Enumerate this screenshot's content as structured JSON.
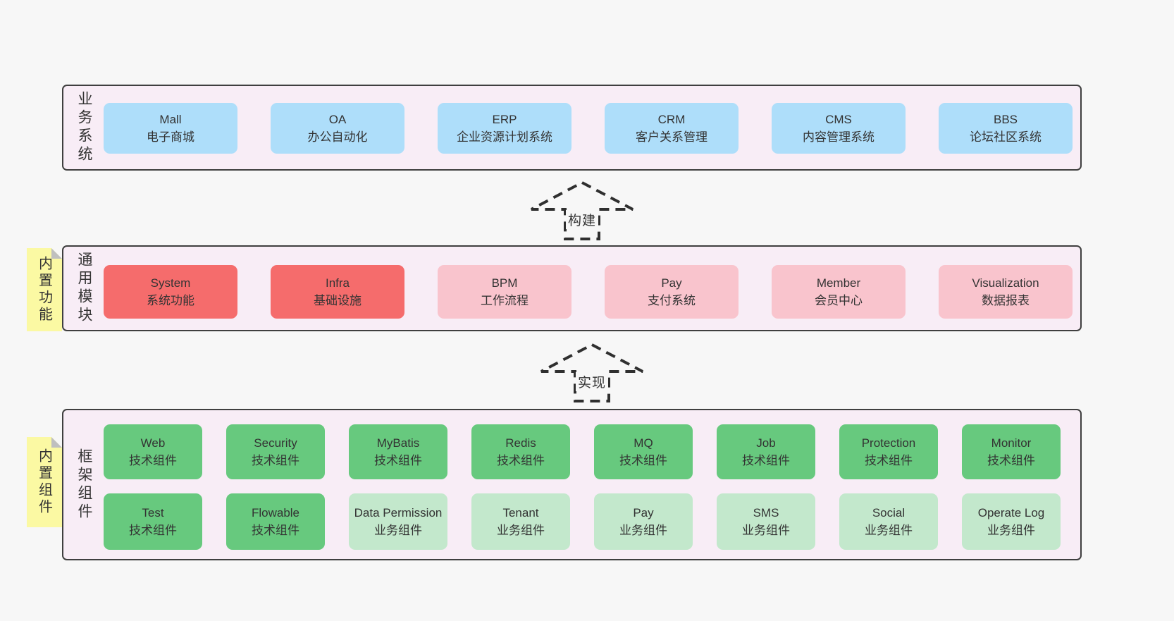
{
  "colors": {
    "page-bg": "#f7f7f7",
    "panel-bg": "#f8edf6",
    "panel-border": "#3f3f3f",
    "blue": "#aedefa",
    "red": "#f56c6c",
    "pink": "#f9c4cd",
    "green": "#67c97e",
    "green-light": "#c3e8cc",
    "yellow": "#fbf9a3",
    "fold": "#bfbfbf",
    "text": "#333333",
    "arrow": "#2f2f2f"
  },
  "arrows": {
    "build": "构建",
    "implement": "实现"
  },
  "sections": {
    "business": {
      "label": "业务系统",
      "boxes": [
        {
          "title": "Mall",
          "subtitle": "电子商城"
        },
        {
          "title": "OA",
          "subtitle": "办公自动化"
        },
        {
          "title": "ERP",
          "subtitle": "企业资源计划系统"
        },
        {
          "title": "CRM",
          "subtitle": "客户关系管理"
        },
        {
          "title": "CMS",
          "subtitle": "内容管理系统"
        },
        {
          "title": "BBS",
          "subtitle": "论坛社区系统"
        }
      ]
    },
    "modules": {
      "label": "通用模块",
      "sticky": "内置功能",
      "boxes": [
        {
          "title": "System",
          "subtitle": "系统功能"
        },
        {
          "title": "Infra",
          "subtitle": "基础设施"
        },
        {
          "title": "BPM",
          "subtitle": "工作流程"
        },
        {
          "title": "Pay",
          "subtitle": "支付系统"
        },
        {
          "title": "Member",
          "subtitle": "会员中心"
        },
        {
          "title": "Visualization",
          "subtitle": "数据报表"
        }
      ]
    },
    "components": {
      "label": "框架组件",
      "sticky": "内置组件",
      "row1": [
        {
          "title": "Web",
          "subtitle": "技术组件"
        },
        {
          "title": "Security",
          "subtitle": "技术组件"
        },
        {
          "title": "MyBatis",
          "subtitle": "技术组件"
        },
        {
          "title": "Redis",
          "subtitle": "技术组件"
        },
        {
          "title": "MQ",
          "subtitle": "技术组件"
        },
        {
          "title": "Job",
          "subtitle": "技术组件"
        },
        {
          "title": "Protection",
          "subtitle": "技术组件"
        },
        {
          "title": "Monitor",
          "subtitle": "技术组件"
        }
      ],
      "row2": [
        {
          "title": "Test",
          "subtitle": "技术组件"
        },
        {
          "title": "Flowable",
          "subtitle": "技术组件"
        },
        {
          "title": "Data Permission",
          "subtitle": "业务组件"
        },
        {
          "title": "Tenant",
          "subtitle": "业务组件"
        },
        {
          "title": "Pay",
          "subtitle": "业务组件"
        },
        {
          "title": "SMS",
          "subtitle": "业务组件"
        },
        {
          "title": "Social",
          "subtitle": "业务组件"
        },
        {
          "title": "Operate Log",
          "subtitle": "业务组件"
        }
      ]
    }
  }
}
